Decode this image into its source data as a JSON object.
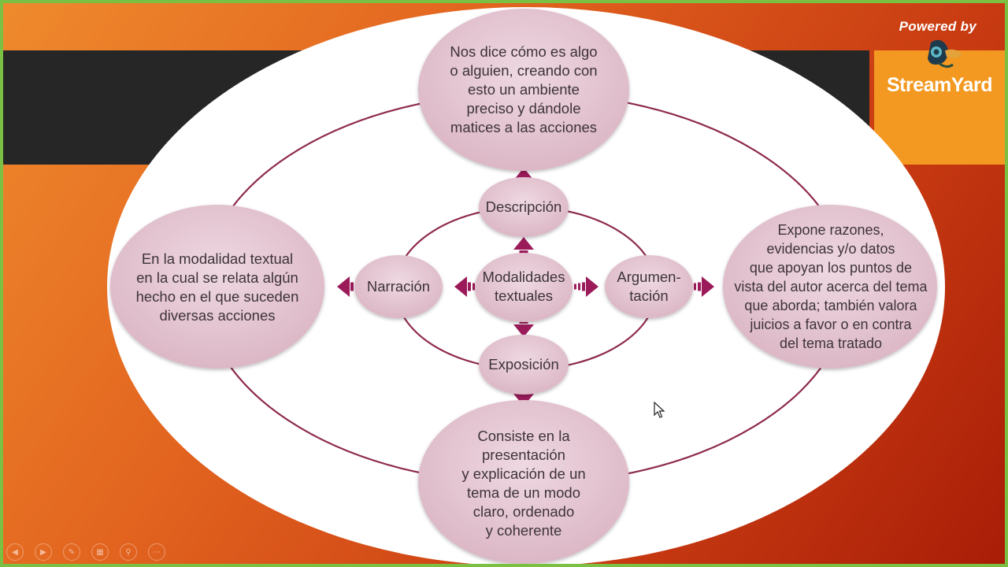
{
  "overlay": {
    "powered_by": "Powered by",
    "brand": "StreamYard"
  },
  "diagram": {
    "center": "Modalidades\ntextuales",
    "nodes": {
      "descripcion": {
        "label": "Descripción",
        "definition": "Nos dice cómo es algo\no alguien, creando con\nesto un ambiente\npreciso y dándole\nmatices a las acciones"
      },
      "narracion": {
        "label": "Narración",
        "definition": "En la modalidad textual\nen la cual se relata algún\nhecho en el que suceden\ndiversas acciones"
      },
      "argumentacion": {
        "label": "Argumen-\ntación",
        "definition": "Expone razones,\nevidencias y/o datos\nque apoyan los puntos de\nvista del autor acerca del tema\nque aborda; también valora\njuicios a favor o en contra\ndel tema tratado"
      },
      "exposicion": {
        "label": "Exposición",
        "definition": "Consiste en la\npresentación\ny explicación de un\ntema de un modo\nclaro, ordenado\ny coherente"
      }
    }
  },
  "colors": {
    "bubble": "#e6c8d4",
    "arrow": "#9b1b5a",
    "ring": "#8e2a4e"
  },
  "toolbar_icons": [
    "prev-icon",
    "next-icon",
    "pen-icon",
    "slides-icon",
    "zoom-icon",
    "more-icon"
  ]
}
